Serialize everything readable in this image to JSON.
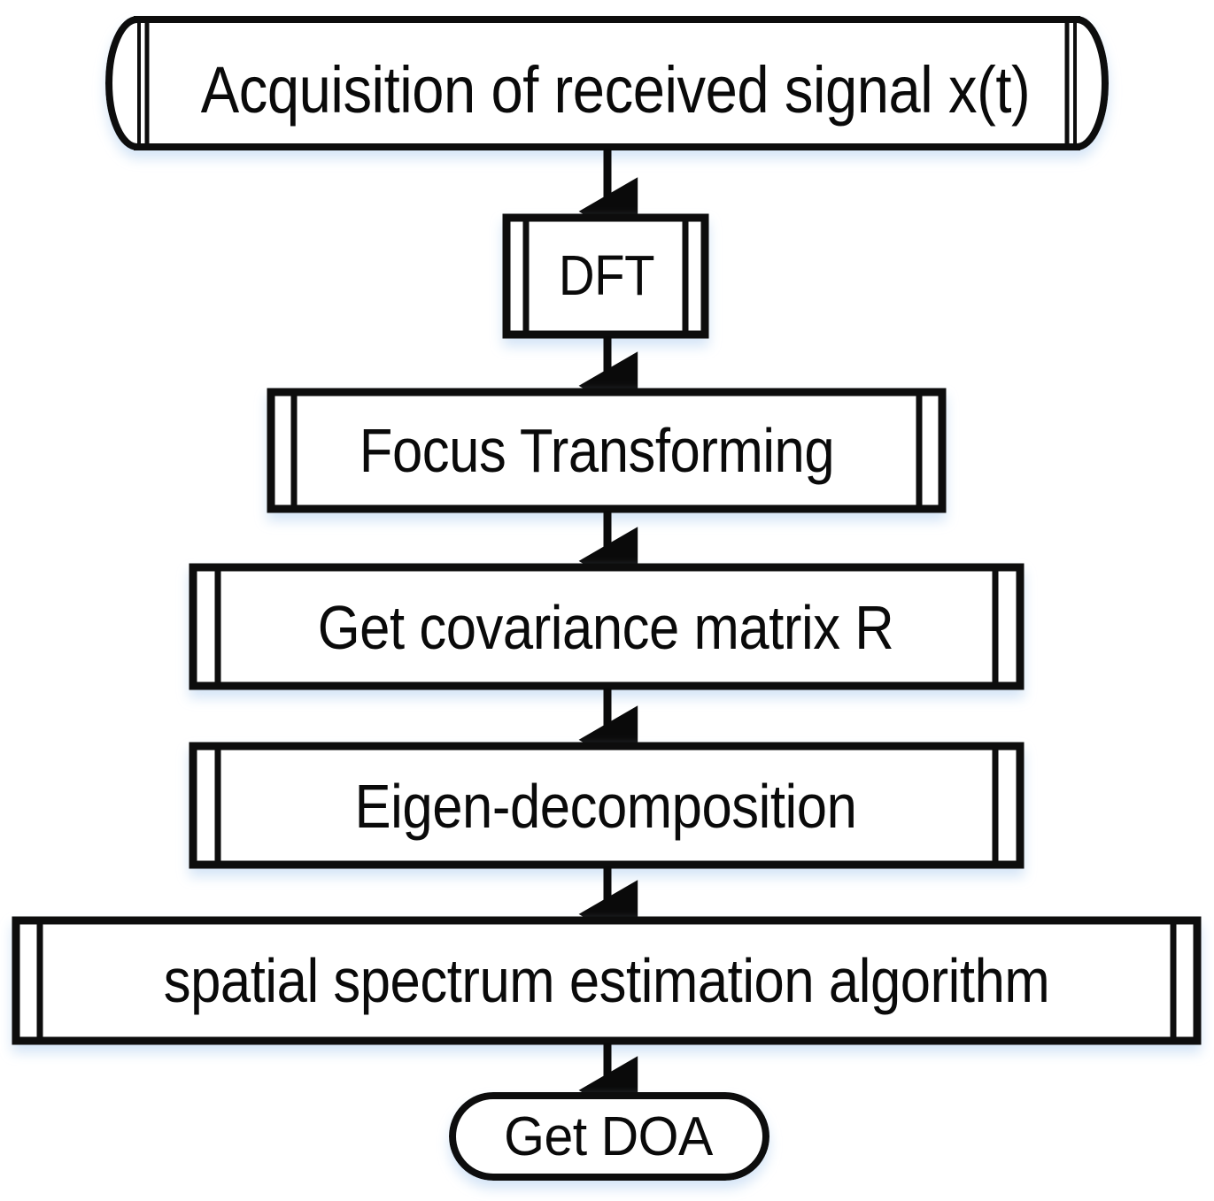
{
  "diagram": {
    "type": "flowchart",
    "orientation": "top-to-bottom",
    "background_color": "#ffffff",
    "stroke_color": "#0a0a0a",
    "fill_color": "#ffffff",
    "shadow_color": "#e8f1fb",
    "nodes": [
      {
        "id": "acquisition",
        "label": "Acquisition of received signal x(t)",
        "shape": "cylinder"
      },
      {
        "id": "dft",
        "label": "DFT",
        "shape": "predefined-process"
      },
      {
        "id": "focus",
        "label": "Focus Transforming",
        "shape": "predefined-process"
      },
      {
        "id": "covariance",
        "label": "Get covariance matrix R",
        "shape": "predefined-process"
      },
      {
        "id": "eigen",
        "label": "Eigen-decomposition",
        "shape": "predefined-process"
      },
      {
        "id": "spatial",
        "label": "spatial spectrum estimation algorithm",
        "shape": "predefined-process"
      },
      {
        "id": "doa",
        "label": "Get DOA",
        "shape": "terminator"
      }
    ],
    "edges": [
      {
        "from": "acquisition",
        "to": "dft",
        "style": "solid-arrow"
      },
      {
        "from": "dft",
        "to": "focus",
        "style": "solid-arrow"
      },
      {
        "from": "focus",
        "to": "covariance",
        "style": "solid-arrow"
      },
      {
        "from": "covariance",
        "to": "eigen",
        "style": "solid-arrow"
      },
      {
        "from": "eigen",
        "to": "spatial",
        "style": "solid-arrow"
      },
      {
        "from": "spatial",
        "to": "doa",
        "style": "solid-arrow"
      }
    ]
  }
}
